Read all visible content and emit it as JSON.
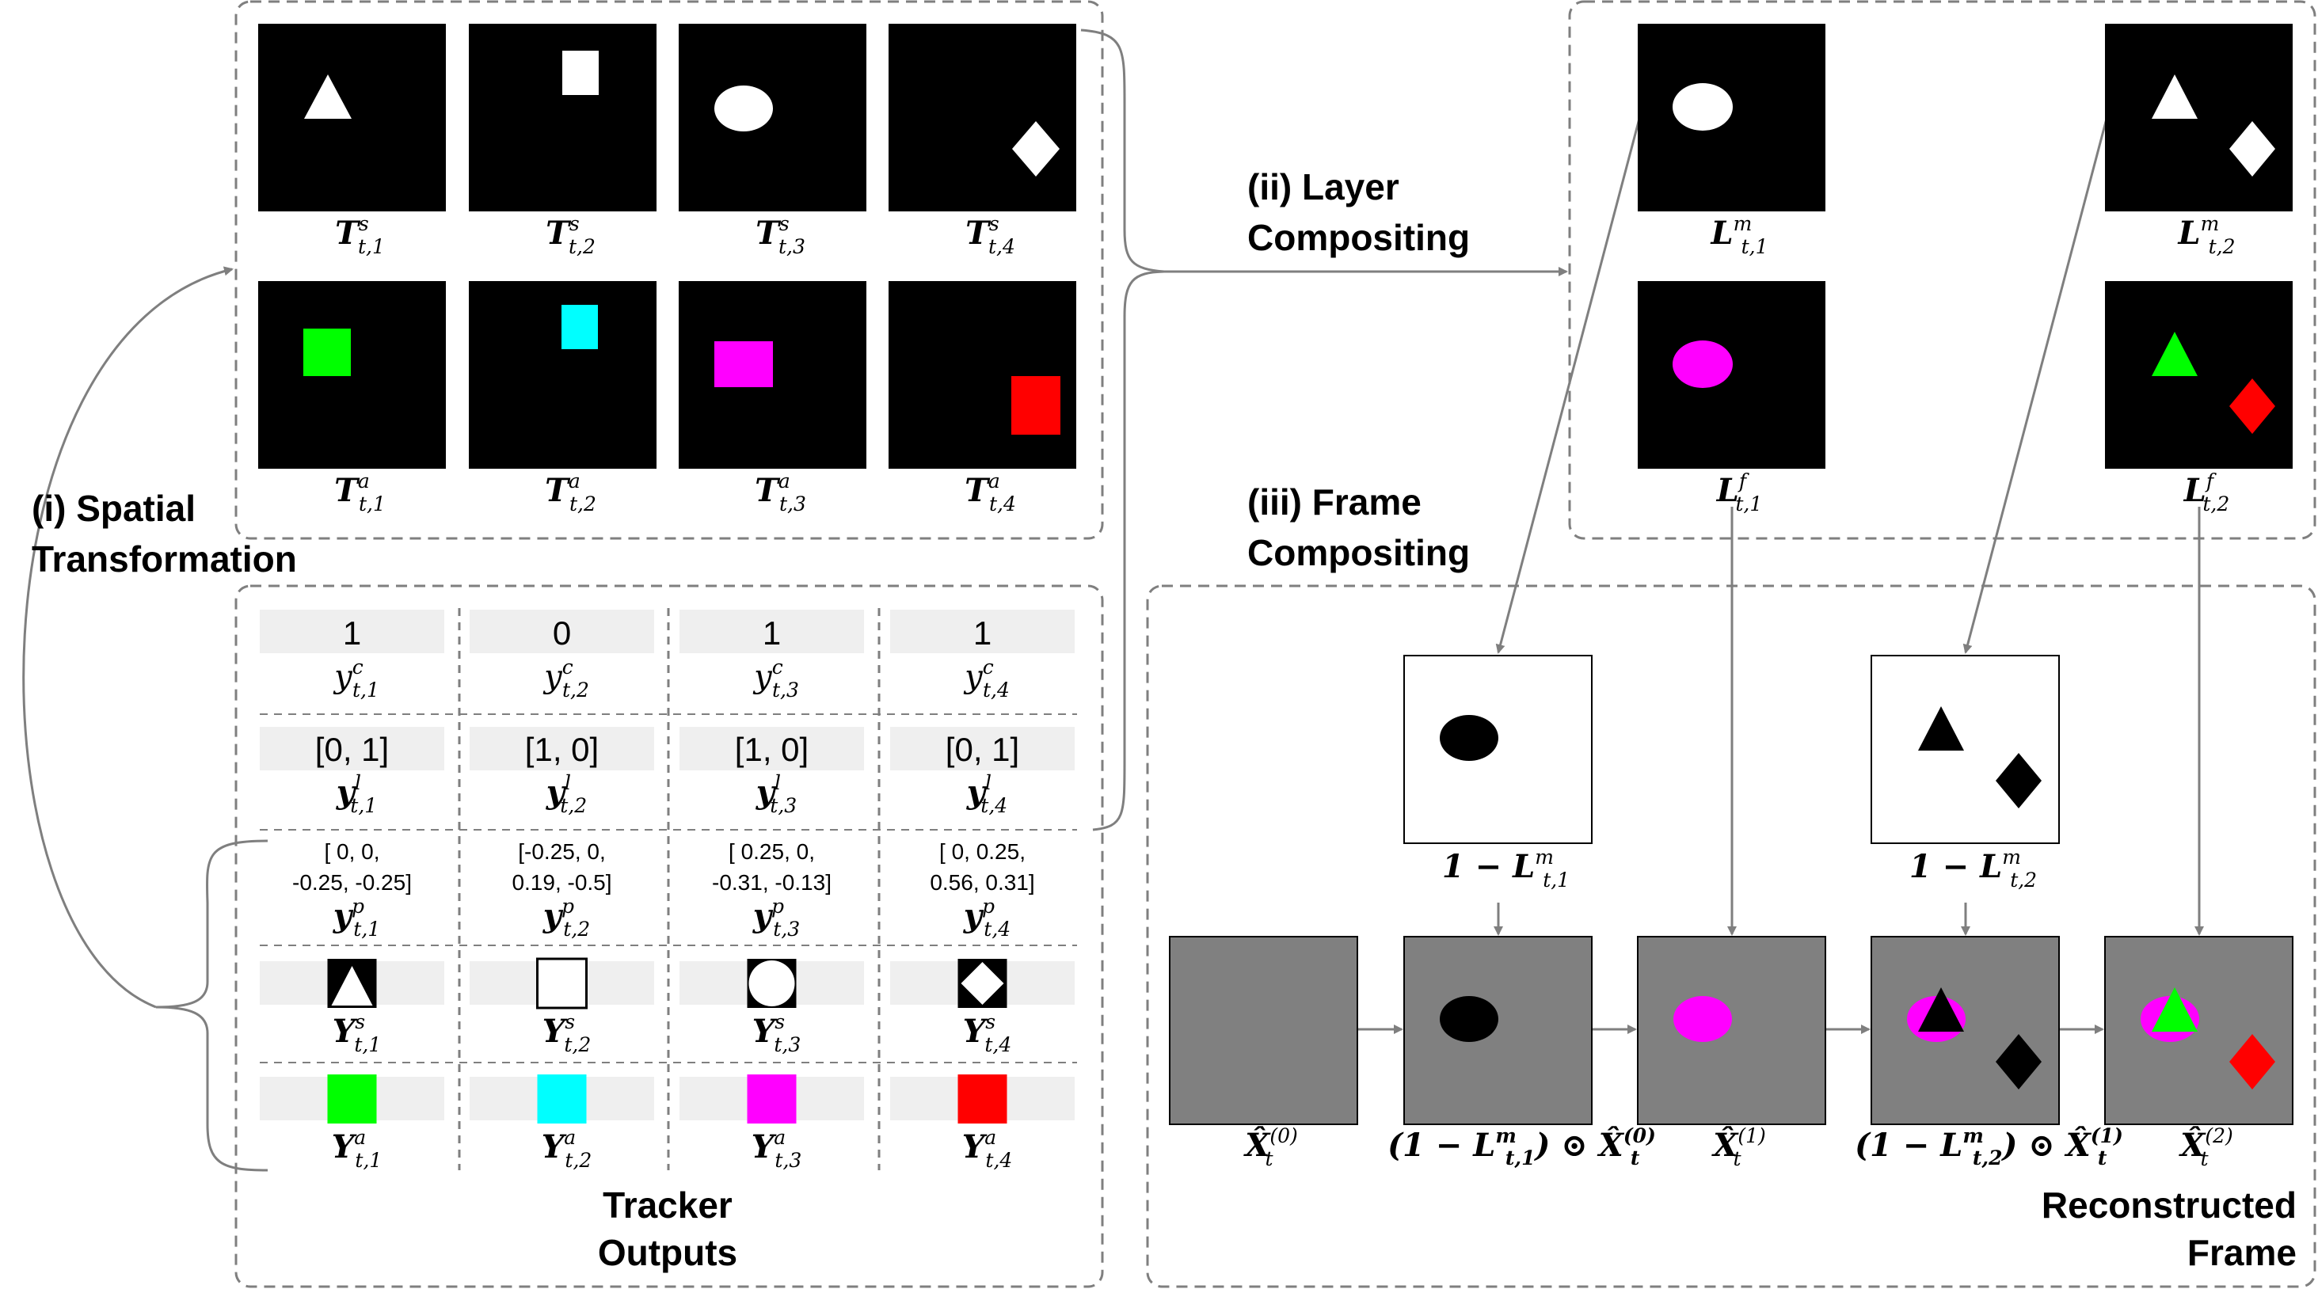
{
  "section_labels": {
    "spatial_line1": "(i) Spatial",
    "spatial_line2": "Transformation",
    "layer_line1": "(ii) Layer",
    "layer_line2": "Compositing",
    "frame_line1": "(iii) Frame",
    "frame_line2": "Compositing",
    "tracker_line1": "Tracker",
    "tracker_line2": "Outputs",
    "recon_line1": "Reconstructed",
    "recon_line2": "Frame"
  },
  "colors": {
    "background": "#ffffff",
    "panel": "#000000",
    "canvas_gray": "#808080",
    "cell_bg": "#efefef",
    "line": "#7f7f7f",
    "white_shape": "#ffffff",
    "black_shape": "#000000",
    "green": "#00ff00",
    "cyan": "#00ffff",
    "magenta": "#ff00ff",
    "red": "#ff0000"
  },
  "transforms": {
    "shape_panels": [
      {
        "shape": "triangle-icon",
        "label_main": "T",
        "sup": "s",
        "sub": "t,1"
      },
      {
        "shape": "rectangle-icon",
        "label_main": "T",
        "sup": "s",
        "sub": "t,2"
      },
      {
        "shape": "ellipse-icon",
        "label_main": "T",
        "sup": "s",
        "sub": "t,3"
      },
      {
        "shape": "diamond-icon",
        "label_main": "T",
        "sup": "s",
        "sub": "t,4"
      }
    ],
    "appearance_panels": [
      {
        "color": "green",
        "label_main": "T",
        "sup": "a",
        "sub": "t,1"
      },
      {
        "color": "cyan",
        "label_main": "T",
        "sup": "a",
        "sub": "t,2"
      },
      {
        "color": "magenta",
        "label_main": "T",
        "sup": "a",
        "sub": "t,3"
      },
      {
        "color": "red",
        "label_main": "T",
        "sup": "a",
        "sub": "t,4"
      }
    ]
  },
  "layers": {
    "mask_panels": [
      {
        "content": "ellipse-icon",
        "label_main": "L",
        "sup": "m",
        "sub": "t,1"
      },
      {
        "content": "triangle-and-diamond-icon",
        "label_main": "L",
        "sup": "m",
        "sub": "t,2"
      }
    ],
    "foreground_panels": [
      {
        "content": "magenta ellipse",
        "label_main": "L",
        "sup": "f",
        "sub": "t,1"
      },
      {
        "content": "green triangle and red diamond",
        "label_main": "L",
        "sup": "f",
        "sub": "t,2"
      }
    ]
  },
  "tracker": {
    "columns": [
      {
        "yc_value": "1",
        "yc_sub": "t,1",
        "yl_value": "[0, 1]",
        "yl_sub": "t,1",
        "yp_line1": "[      0,        0,",
        "yp_line2": "-0.25, -0.25]",
        "yp_sub": "t,1",
        "ys_shape": "triangle",
        "ys_sub": "t,1",
        "ya_color": "green",
        "ya_sub": "t,1"
      },
      {
        "yc_value": "0",
        "yc_sub": "t,2",
        "yl_value": "[1, 0]",
        "yl_sub": "t,2",
        "yp_line1": "[-0.25,       0,",
        "yp_line2": "0.19,  -0.5]",
        "yp_sub": "t,2",
        "ys_shape": "rectangle",
        "ys_sub": "t,2",
        "ya_color": "cyan",
        "ya_sub": "t,2"
      },
      {
        "yc_value": "1",
        "yc_sub": "t,3",
        "yl_value": "[1, 0]",
        "yl_sub": "t,3",
        "yp_line1": "[ 0.25,        0,",
        "yp_line2": "-0.31, -0.13]",
        "yp_sub": "t,3",
        "ys_shape": "ellipse",
        "ys_sub": "t,3",
        "ya_color": "magenta",
        "ya_sub": "t,3"
      },
      {
        "yc_value": "1",
        "yc_sub": "t,4",
        "yl_value": "[0, 1]",
        "yl_sub": "t,4",
        "yp_line1": "[     0, 0.25,",
        "yp_line2": "0.56, 0.31]",
        "yp_sub": "t,4",
        "ys_shape": "diamond",
        "ys_sub": "t,4",
        "ya_color": "red",
        "ya_sub": "t,4"
      }
    ],
    "symbols": {
      "yc": "y",
      "yc_sup": "c",
      "yl": "y",
      "yl_sup": "l",
      "yp": "y",
      "yp_sup": "p",
      "ys": "Y",
      "ys_sup": "s",
      "ya": "Y",
      "ya_sup": "a"
    }
  },
  "frame": {
    "inverse_masks": [
      {
        "prefix": "1 − L",
        "sup": "m",
        "sub": "t,1"
      },
      {
        "prefix": "1 − L",
        "sup": "m",
        "sub": "t,2"
      }
    ],
    "frames": [
      {
        "id": "x0",
        "label": "X̂",
        "sup": "(0)",
        "sub": "t"
      },
      {
        "id": "m1",
        "label_prefix": "(1 − L",
        "label_sup1": "m",
        "label_sub1": "t,1",
        "label_mid": ") ⊙ X̂",
        "label_sup2": "(0)",
        "label_sub2": "t"
      },
      {
        "id": "x1",
        "label": "X̂",
        "sup": "(1)",
        "sub": "t"
      },
      {
        "id": "m2",
        "label_prefix": "(1 − L",
        "label_sup1": "m",
        "label_sub1": "t,2",
        "label_mid": ") ⊙ X̂",
        "label_sup2": "(1)",
        "label_sub2": "t"
      },
      {
        "id": "x2",
        "label": "X̂",
        "sup": "(2)",
        "sub": "t"
      }
    ]
  }
}
